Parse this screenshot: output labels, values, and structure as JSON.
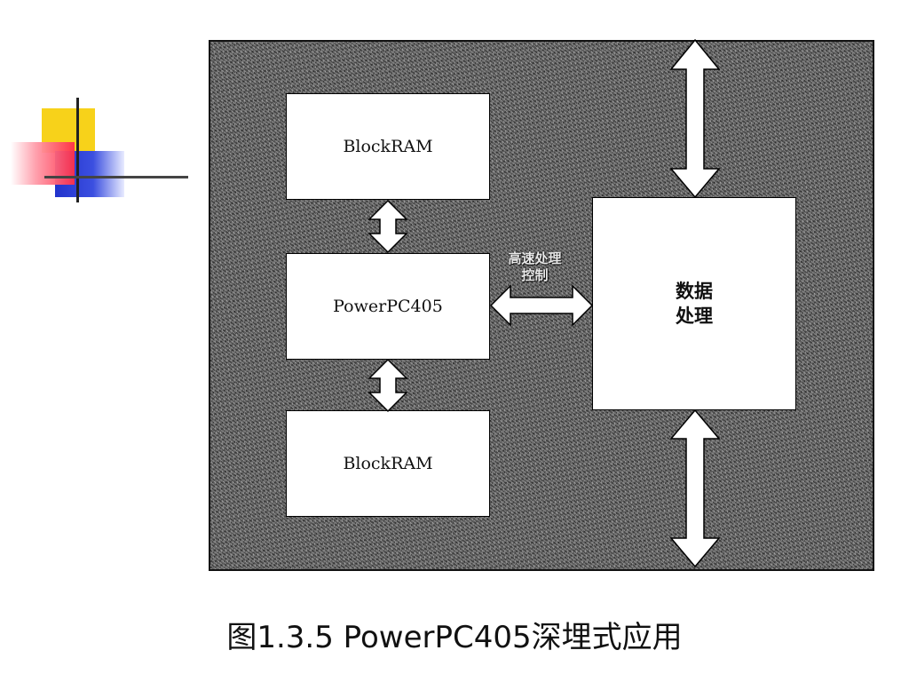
{
  "diagram": {
    "blocks": {
      "top_ram": "BlockRAM",
      "cpu": "PowerPC405",
      "bottom_ram": "BlockRAM",
      "data_line1": "数据",
      "data_line2": "处理"
    },
    "bus_label_line1": "高速处理",
    "bus_label_line2": "控制"
  },
  "caption": "图1.3.5 PowerPC405深埋式应用",
  "colors": {
    "logo_yellow": "#f7d21a",
    "logo_blue": "#2233cc",
    "logo_red": "#ff2d48",
    "panel_gray": "#5e5e5e"
  }
}
